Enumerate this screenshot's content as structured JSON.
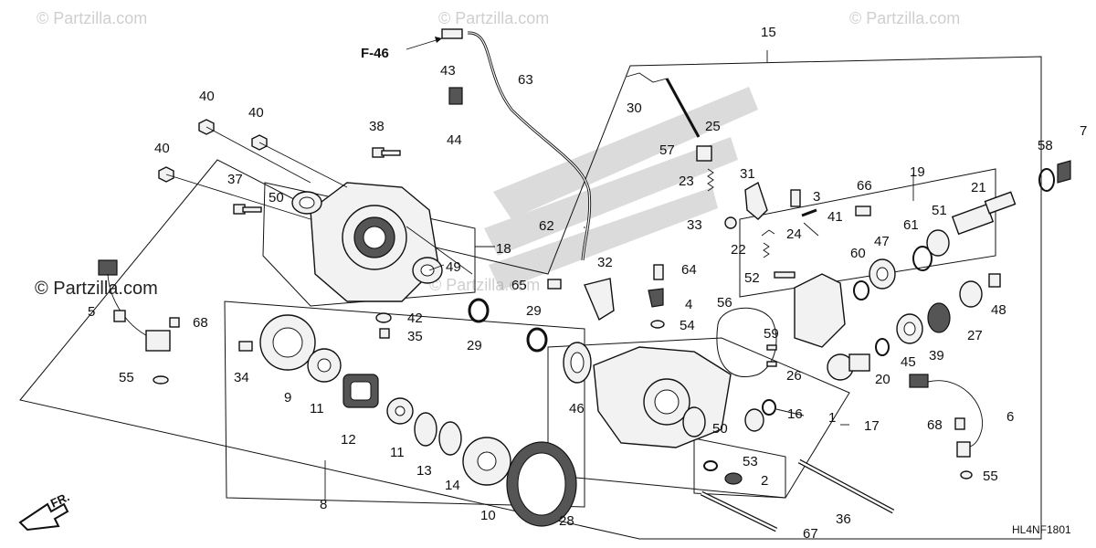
{
  "watermark": {
    "site": "© Partzilla.com",
    "center_mark": "© Partzilla.com"
  },
  "diagram": {
    "code": "HL4NF1801",
    "front_arrow_label": "FR.",
    "ref_label": "F-46"
  },
  "callouts": {
    "c1": "1",
    "c2": "2",
    "c3": "3",
    "c4": "4",
    "c5": "5",
    "c6": "6",
    "c7": "7",
    "c8": "8",
    "c9": "9",
    "c10": "10",
    "c11a": "11",
    "c11b": "11",
    "c12": "12",
    "c13": "13",
    "c14": "14",
    "c15": "15",
    "c16": "16",
    "c17": "17",
    "c18": "18",
    "c19": "19",
    "c20": "20",
    "c21": "21",
    "c22": "22",
    "c23": "23",
    "c24": "24",
    "c25": "25",
    "c26": "26",
    "c27": "27",
    "c28": "28",
    "c29a": "29",
    "c29b": "29",
    "c30": "30",
    "c31": "31",
    "c32": "32",
    "c33": "33",
    "c34": "34",
    "c35": "35",
    "c36": "36",
    "c37": "37",
    "c38": "38",
    "c39": "39",
    "c40a": "40",
    "c40b": "40",
    "c40c": "40",
    "c41": "41",
    "c42": "42",
    "c43": "43",
    "c44": "44",
    "c45": "45",
    "c46": "46",
    "c47": "47",
    "c48": "48",
    "c49": "49",
    "c50a": "50",
    "c50b": "50",
    "c51": "51",
    "c52": "52",
    "c53": "53",
    "c54": "54",
    "c55a": "55",
    "c55b": "55",
    "c56": "56",
    "c57": "57",
    "c58": "58",
    "c59": "59",
    "c60": "60",
    "c61": "61",
    "c62": "62",
    "c63": "63",
    "c64": "64",
    "c65": "65",
    "c66": "66",
    "c67": "67",
    "c68a": "68",
    "c68b": "68"
  }
}
